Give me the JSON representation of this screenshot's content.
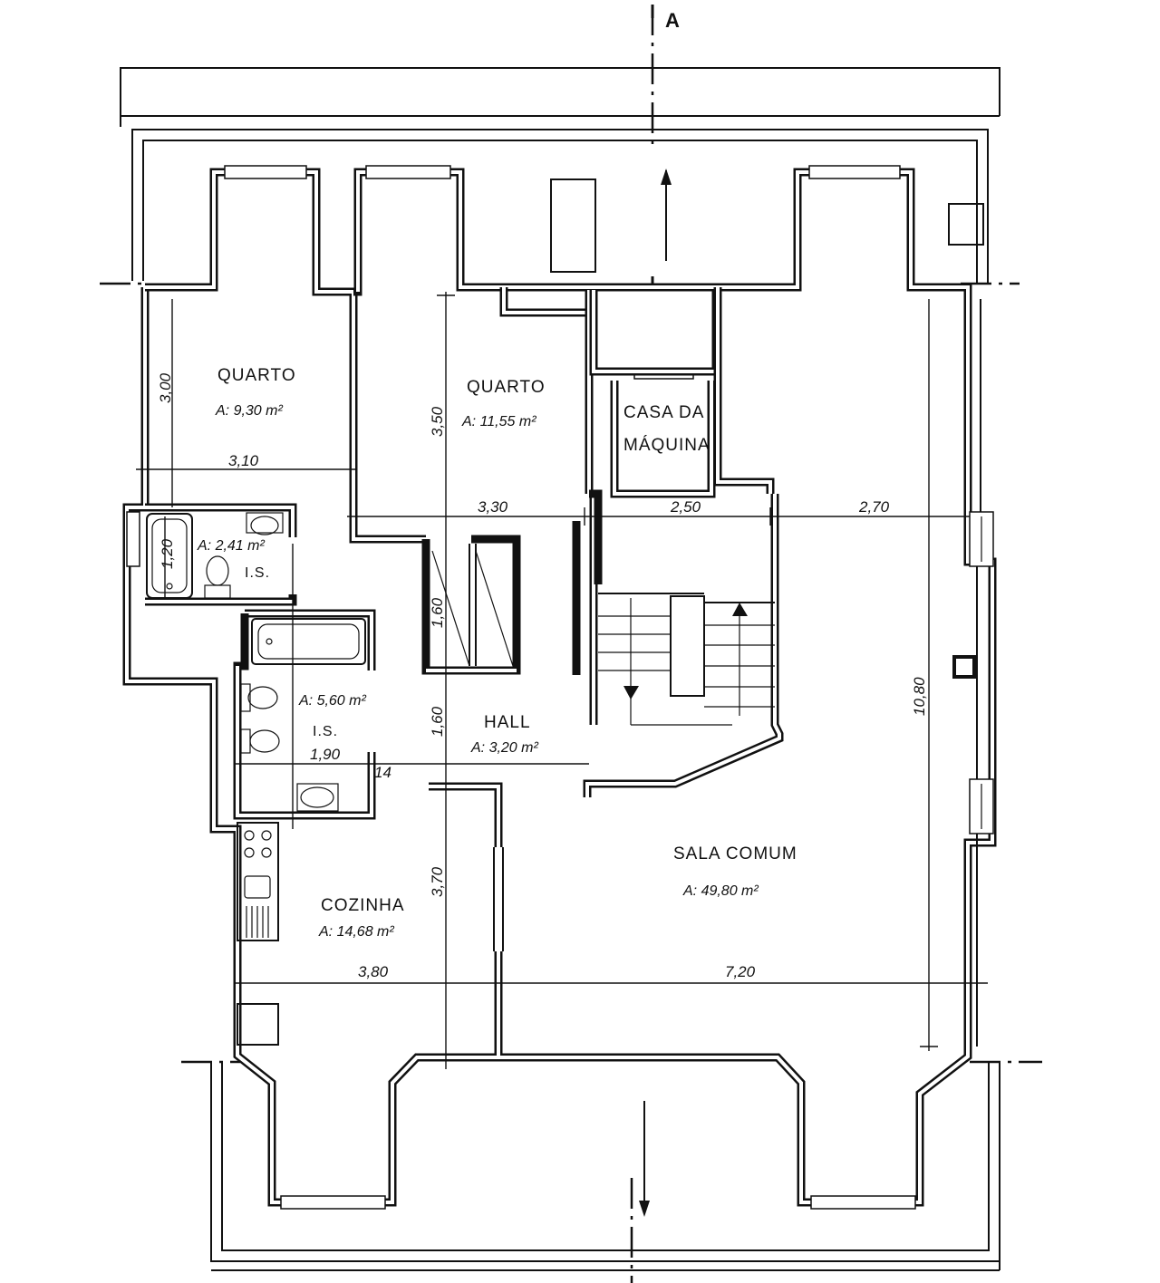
{
  "section_marker": "A",
  "rooms": {
    "quarto1": {
      "name": "QUARTO",
      "area": "A: 9,30 m²"
    },
    "quarto2": {
      "name": "QUARTO",
      "area": "A: 11,55 m²"
    },
    "casa_maquina": {
      "name_line1": "CASA DA",
      "name_line2": "MÁQUINA"
    },
    "is1": {
      "name": "I.S.",
      "area": "A: 2,41 m²"
    },
    "is2": {
      "name": "I.S.",
      "area": "A: 5,60 m²"
    },
    "hall": {
      "name": "HALL",
      "area": "A: 3,20 m²"
    },
    "cozinha": {
      "name": "COZINHA",
      "area": "A: 14,68 m²"
    },
    "sala_comum": {
      "name": "SALA COMUM",
      "area": "A: 49,80 m²"
    }
  },
  "dimensions": {
    "q1_height": "3,00",
    "q1_width": "3,10",
    "q2_height": "3,50",
    "q2_width": "3,30",
    "is1_height": "1,20",
    "hall_upper": "1,60",
    "hall_lower": "1,60",
    "stair_width": "2,50",
    "sala_upper_width": "2,70",
    "is2_width": "1,90",
    "wall_thickness": "14",
    "cozinha_height": "3,70",
    "cozinha_width": "3,80",
    "sala_width": "7,20",
    "sala_height": "10,80"
  }
}
